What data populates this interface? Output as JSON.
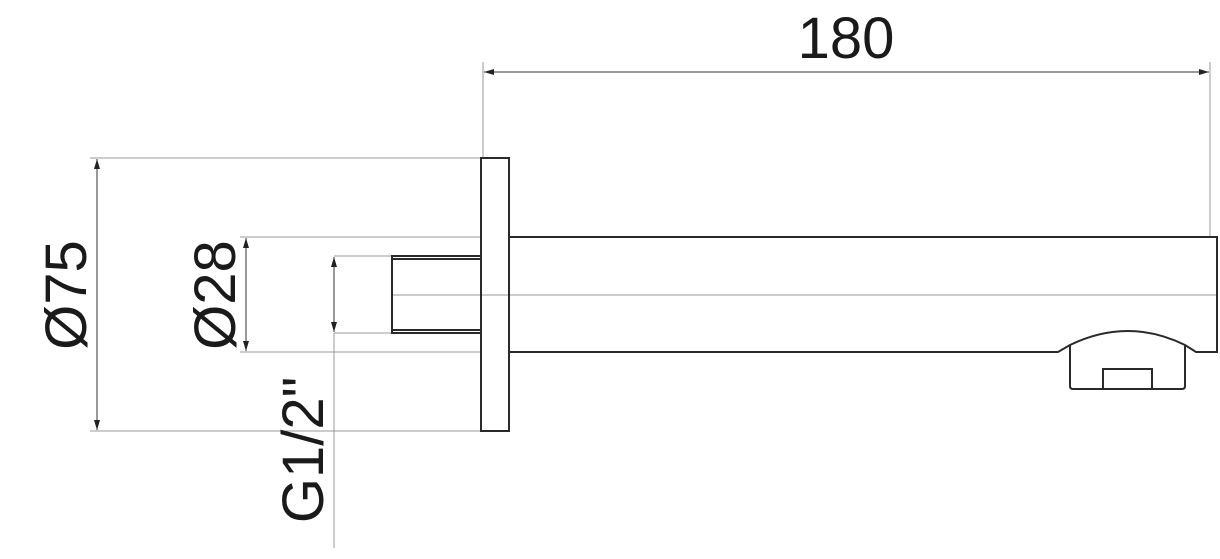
{
  "dimensions": {
    "length": "180",
    "flange_diameter": "Ø75",
    "pipe_diameter": "Ø28",
    "thread": "G1/2\""
  },
  "colors": {
    "line": "#2a2a2a",
    "thin": "#888888",
    "background": "#ffffff"
  }
}
